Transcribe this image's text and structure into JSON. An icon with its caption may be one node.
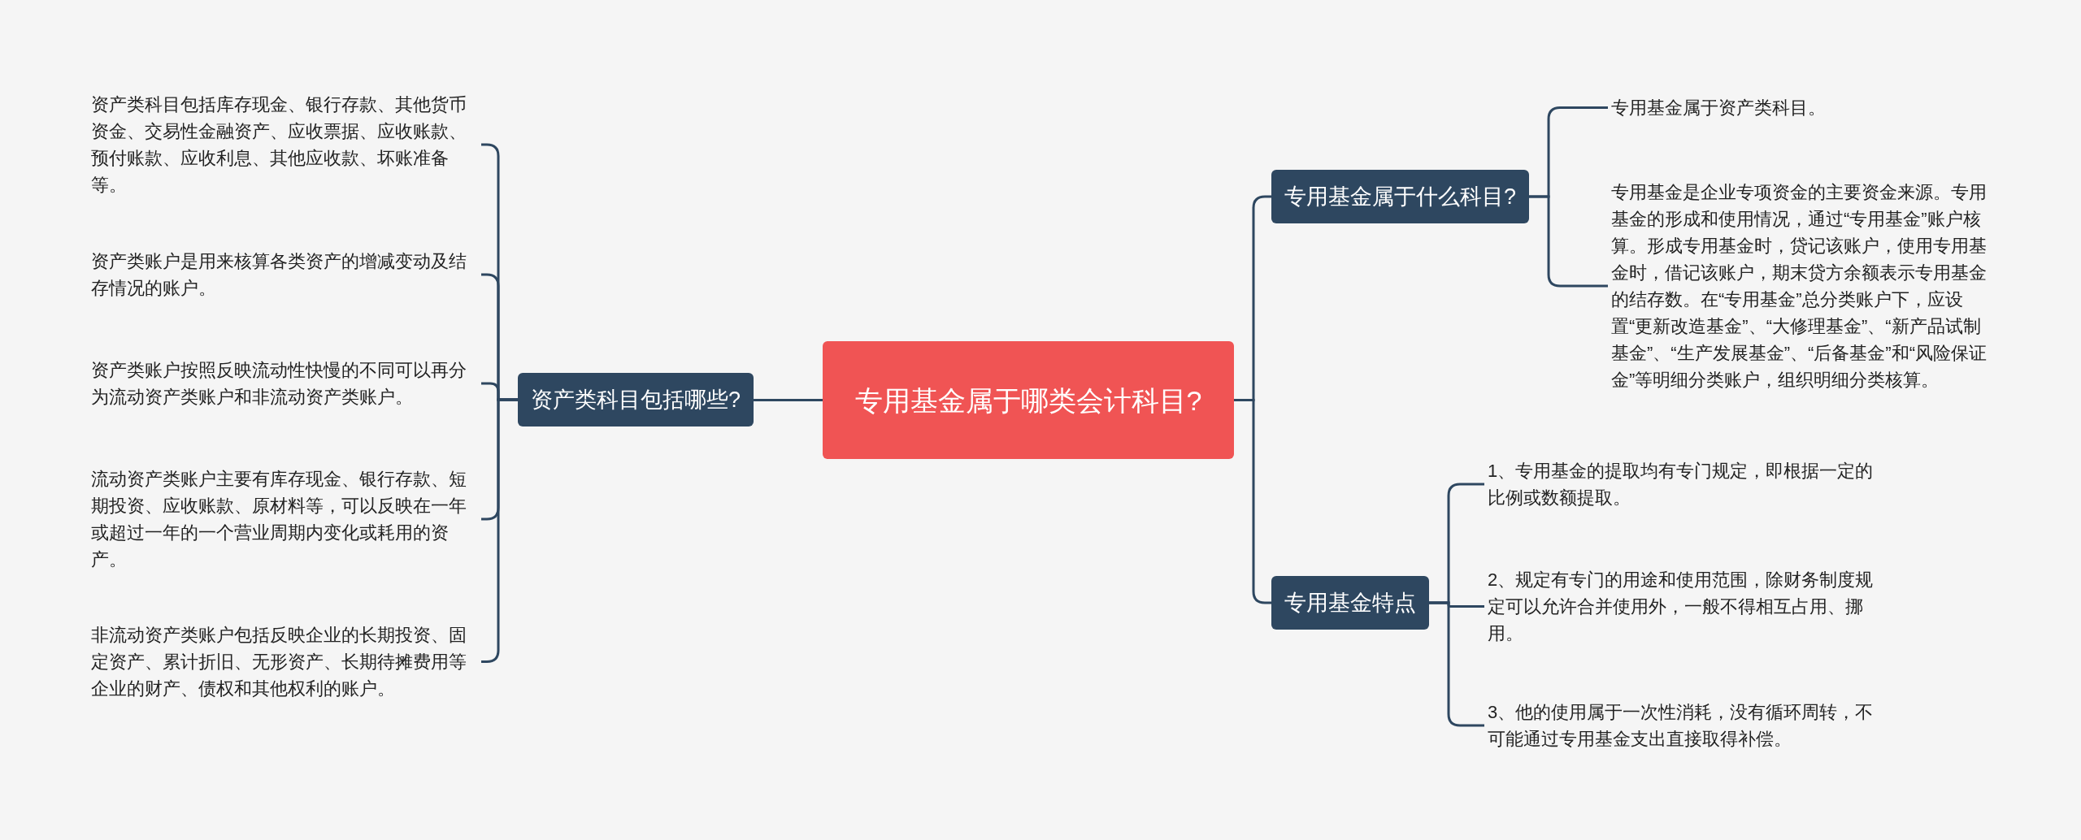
{
  "diagram": {
    "nodes": [
      {
        "text": [
          "专用基金属于哪类会计科目?"
        ]
      },
      {
        "text": [
          "资产类科目包括哪些?"
        ]
      },
      {
        "text": [
          "专用基金属于什么科目?"
        ]
      },
      {
        "text": [
          "专用基金特点"
        ]
      },
      {
        "text": [
          "资产类科目包括库存现金、银行存款、其他货币资金、交易性金融资产、应收票据、应收账款、预付账款、应收利息、其他应收款、坏账准备等。"
        ]
      },
      {
        "text": [
          "资产类账户是用来核算各类资产的增减变动及结存情况的账户。"
        ]
      },
      {
        "text": [
          "资产类账户按照反映流动性快慢的不同可以再分为流动资产类账户和非流动资产类账户。"
        ]
      },
      {
        "text": [
          "流动资产类账户主要有库存现金、银行存款、短期投资、应收账款、原材料等，可以反映在一年或超过一年的一个营业周期内变化或耗用的资产。"
        ]
      },
      {
        "text": [
          "非流动资产类账户包括反映企业的长期投资、固定资产、累计折旧、无形资产、长期待摊费用等企业的财产、债权和其他权利的账户。"
        ]
      },
      {
        "text": [
          "专用基金属于资产类科目。"
        ]
      },
      {
        "text": [
          "专用基金是企业专项资金的主要资金来源。专用基金的形成和使用情况，通过“专用基金”账户核算。形成专用基金时，贷记该账户，使用专用基金时，借记该账户，期末贷方余额表示专用基金的结存数。在“专用基金”总分类账户下，应设置“更新改造基金”、“大修理基金”、“新产品试制基金”、“生产发展基金”、“后备基金”和“风险保证金”等明细分类账户，组织明细分类核算。"
        ]
      },
      {
        "text": [
          "1、专用基金的提取均有专门规定，即根据一定的比例或数额提取。"
        ]
      },
      {
        "text": [
          "2、规定有专门的用途和使用范围，除财务制度规定可以允许合并使用外，一般不得相互占用、挪用。"
        ]
      },
      {
        "text": [
          "3、他的使用属于一次性消耗，没有循环周转，不可能通过专用基金支出直接取得补偿。"
        ]
      }
    ],
    "edges": [
      {
        "from": 0,
        "to": 1,
        "arrow": "none"
      },
      {
        "from": 0,
        "to": 2,
        "arrow": "none"
      },
      {
        "from": 0,
        "to": 3,
        "arrow": "none"
      },
      {
        "from": 1,
        "to": 4,
        "arrow": "none"
      },
      {
        "from": 1,
        "to": 5,
        "arrow": "none"
      },
      {
        "from": 1,
        "to": 6,
        "arrow": "none"
      },
      {
        "from": 1,
        "to": 7,
        "arrow": "none"
      },
      {
        "from": 1,
        "to": 8,
        "arrow": "none"
      },
      {
        "from": 2,
        "to": 9,
        "arrow": "none"
      },
      {
        "from": 2,
        "to": 10,
        "arrow": "none"
      },
      {
        "from": 3,
        "to": 11,
        "arrow": "none"
      },
      {
        "from": 3,
        "to": 12,
        "arrow": "none"
      },
      {
        "from": 3,
        "to": 13,
        "arrow": "none"
      }
    ]
  }
}
